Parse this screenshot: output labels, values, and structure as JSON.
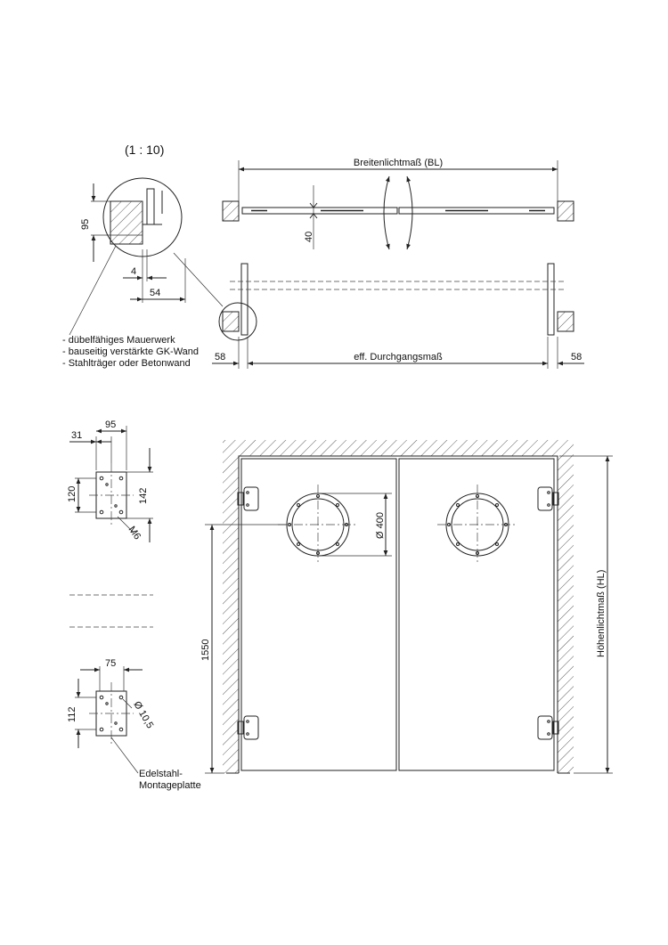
{
  "scale_label": "(1 : 10)",
  "top_view": {
    "width_label": "Breitenlichtmaß (BL)",
    "passage_label": "eff. Durchgangsmaß",
    "left_offset": "58",
    "right_offset": "58",
    "door_thickness": "40"
  },
  "detail": {
    "dim_95": "95",
    "dim_4": "4",
    "dim_54": "54",
    "notes": [
      "- dübelfähiges Mauerwerk",
      "- bauseitig verstärkte GK-Wand",
      "- Stahlträger oder Betonwand"
    ]
  },
  "plate_top": {
    "dim_width": "95",
    "dim_offset": "31",
    "dim_height_inner": "120",
    "dim_height": "142",
    "thread": "M6"
  },
  "plate_bottom": {
    "dim_width": "75",
    "dim_height": "112",
    "hole": "Ø 10,5",
    "label_line1": "Edelstahl-",
    "label_line2": "Montageplatte"
  },
  "front_view": {
    "window_diameter": "Ø 400",
    "window_height": "1550",
    "height_label": "Höhenlichtmaß (HL)"
  }
}
